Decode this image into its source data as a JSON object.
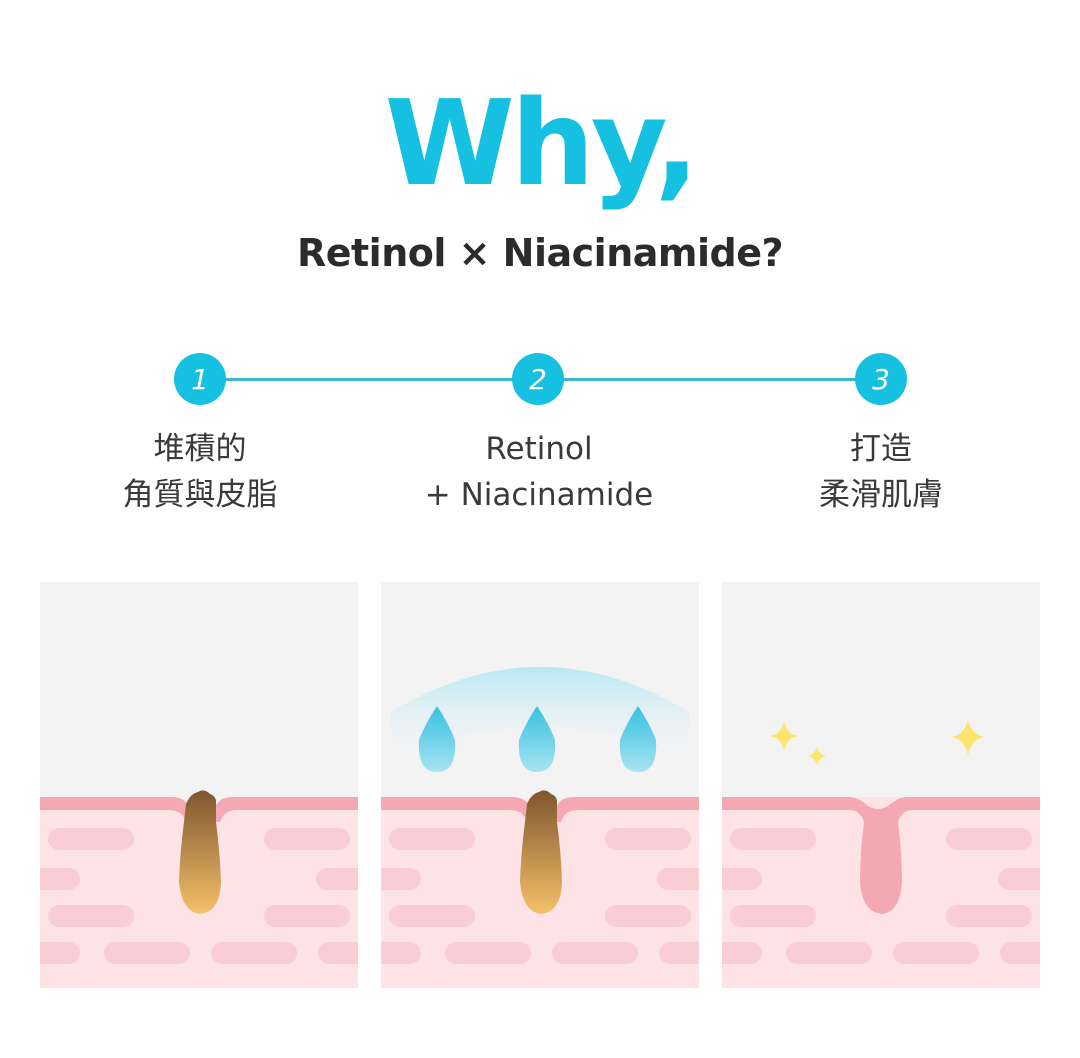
{
  "header": {
    "title": "Why,",
    "subtitle": "Retinol × Niacinamide?"
  },
  "steps": [
    {
      "number": "1",
      "label_line1": "堆積的",
      "label_line2": "角質與皮脂"
    },
    {
      "number": "2",
      "label_line1": "Retinol",
      "label_line2": "+ Niacinamide"
    },
    {
      "number": "3",
      "label_line1": "打造",
      "label_line2": "柔滑肌膚"
    }
  ],
  "panels": [
    {
      "name": "clogged-pore",
      "plug": "sebum"
    },
    {
      "name": "treatment-applied",
      "plug": "sebum",
      "drops": 3
    },
    {
      "name": "smooth-skin",
      "plug": "none",
      "sparkles": 3
    }
  ],
  "colors": {
    "accent": "#16c0e0",
    "title_text": "#2b2b2b",
    "body_text": "#3a3a3a",
    "panel_bg": "#f3f3f4",
    "skin_surface": "#f4a9b2",
    "skin_body": "#fde3e6",
    "skin_cells": "#f8cdd3",
    "sparkle": "#fde46a"
  }
}
